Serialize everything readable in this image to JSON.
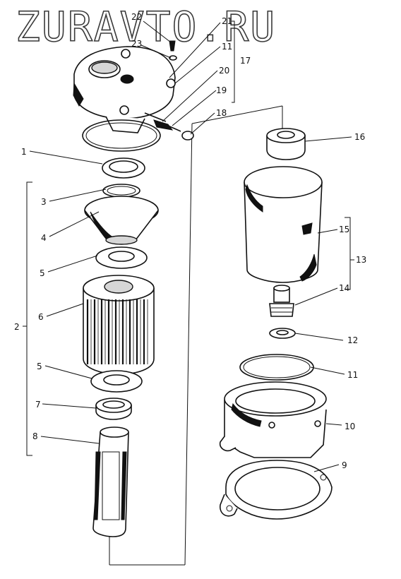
{
  "watermark": "ZURAVTO.RU",
  "colors": {
    "ink": "#111111",
    "background": "#ffffff",
    "shade": "#d6d6d6"
  },
  "callouts": {
    "c1": "1",
    "c2": "2",
    "c3": "3",
    "c4": "4",
    "c5a": "5",
    "c5b": "5",
    "c6": "6",
    "c7": "7",
    "c8": "8",
    "c9": "9",
    "c10": "10",
    "c11a": "11",
    "c11b": "11",
    "c12": "12",
    "c13": "13",
    "c14": "14",
    "c15": "15",
    "c16": "16",
    "c17": "17",
    "c18": "18",
    "c19": "19",
    "c20": "20",
    "c21": "21",
    "c22": "22",
    "c23": "23"
  }
}
